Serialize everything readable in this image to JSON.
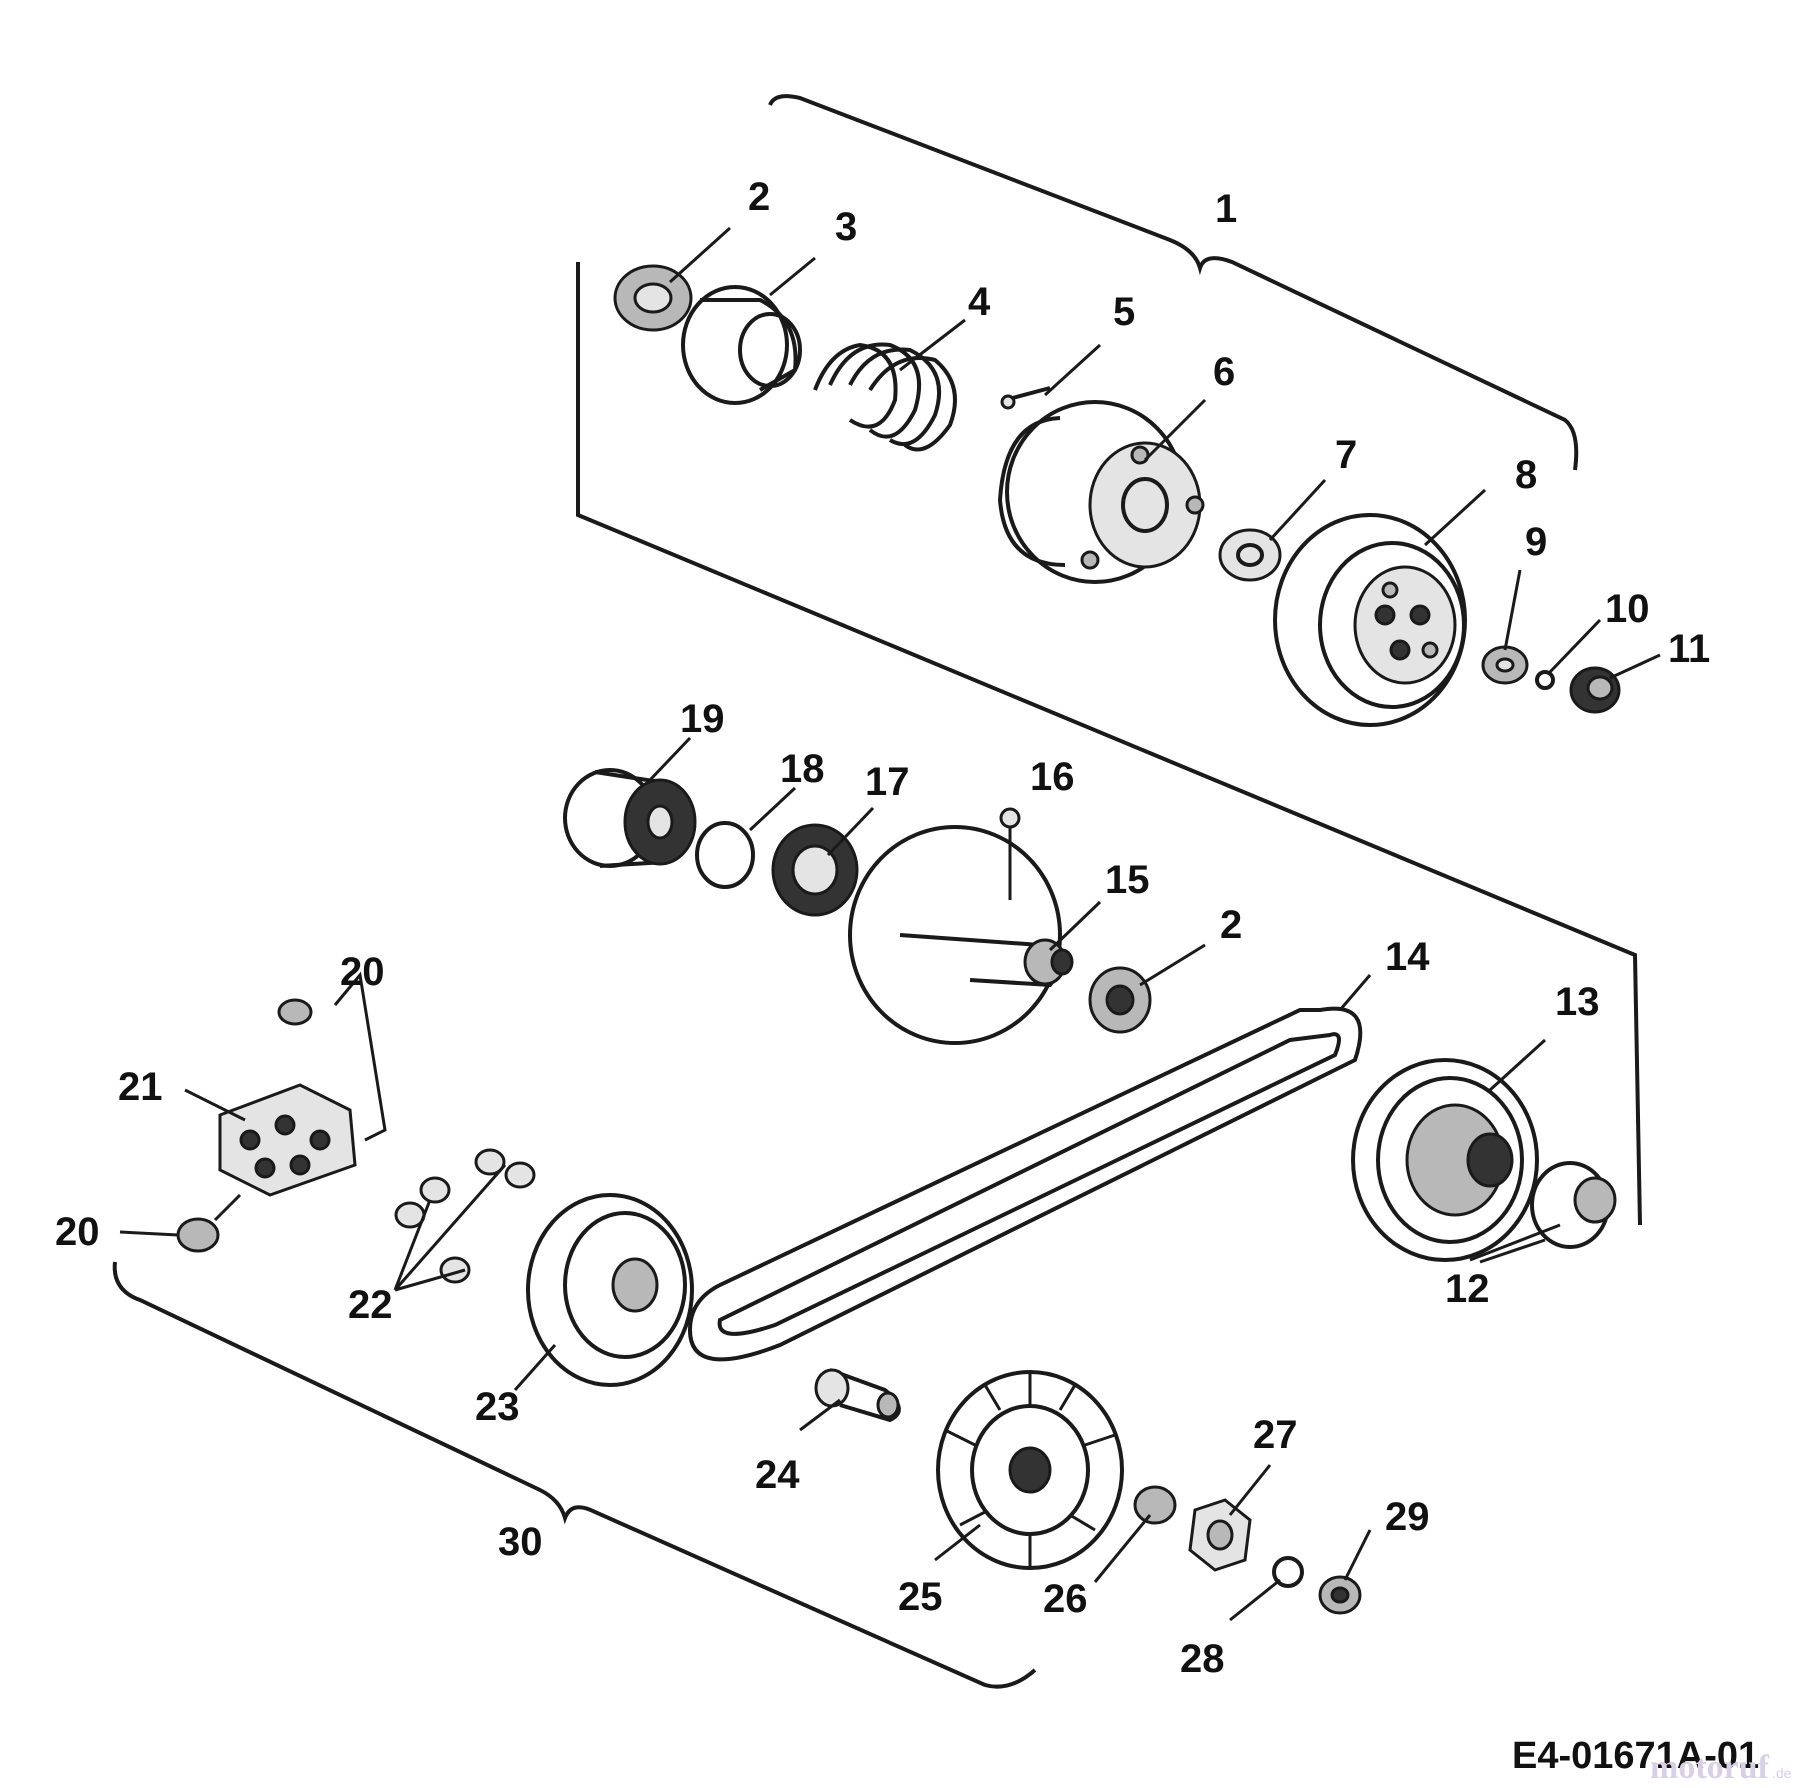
{
  "diagram_code": "E4-01671A-01",
  "watermark": {
    "text": "motoruf",
    "suffix": ".de"
  },
  "callouts": [
    "1",
    "2",
    "3",
    "4",
    "5",
    "6",
    "7",
    "8",
    "9",
    "10",
    "11",
    "12",
    "13",
    "14",
    "15",
    "16",
    "17",
    "18",
    "19",
    "20",
    "21",
    "22",
    "23",
    "24",
    "25",
    "26",
    "27",
    "28",
    "29",
    "30"
  ],
  "callout_repeat": {
    "2b": "2",
    "20b": "20"
  }
}
